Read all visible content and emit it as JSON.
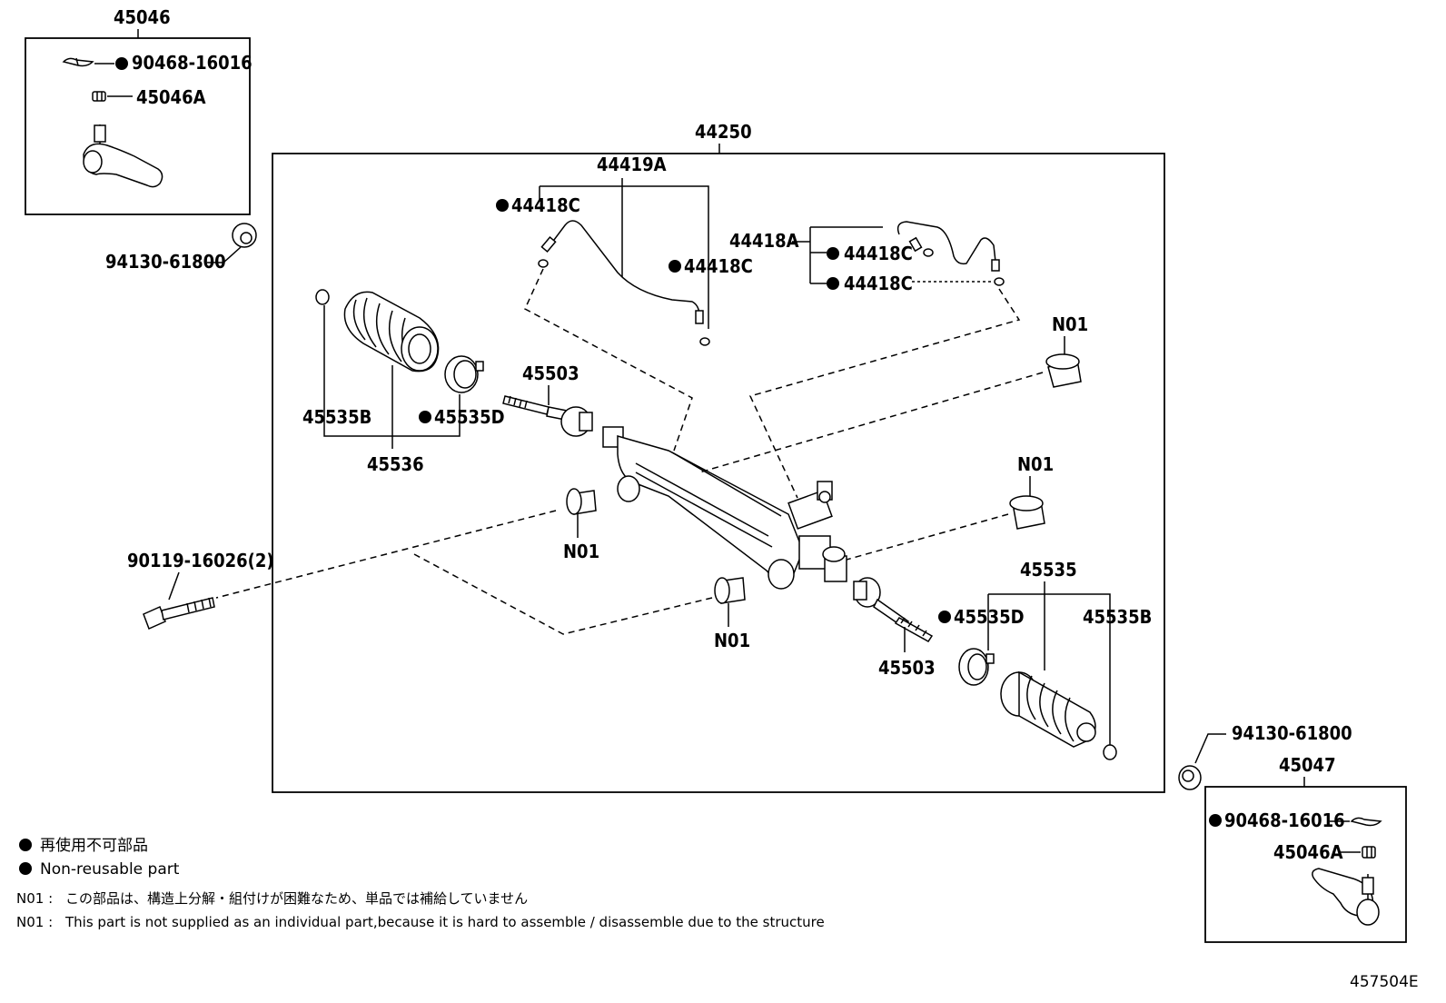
{
  "labels": {
    "p45046": "45046",
    "p90468_top": "90468-16016",
    "p45046A_top": "45046A",
    "p94130_top": "94130-61800",
    "p44250": "44250",
    "p44419A": "44419A",
    "p44418C_a": "44418C",
    "p44418C_b": "44418C",
    "p44418A": "44418A",
    "p44418C_c": "44418C",
    "p44418C_d": "44418C",
    "p45535B_l": "45535B",
    "p45535D_l": "45535D",
    "p45536": "45536",
    "p45503_t": "45503",
    "pN01_a": "N01",
    "pN01_b": "N01",
    "pN01_c": "N01",
    "pN01_d": "N01",
    "p90119": "90119-16026(2)",
    "p45535": "45535",
    "p45535D_r": "45535D",
    "p45535B_r": "45535B",
    "p45503_b": "45503",
    "p94130_bot": "94130-61800",
    "p45047": "45047",
    "p90468_bot": "90468-16016",
    "p45046A_bot": "45046A"
  },
  "legend": {
    "nonreusable_jp": "再使用不可部品",
    "nonreusable_en": "Non-reusable part",
    "n01_key_jp": "N01 :",
    "n01_jp": "この部品は、構造上分解・組付けが困難なため、単品では補給していません",
    "n01_key_en": "N01 :",
    "n01_en": "This part is not supplied as an individual part,because it is hard to assemble / disassemble due to the structure"
  },
  "figure_id": "457504E"
}
